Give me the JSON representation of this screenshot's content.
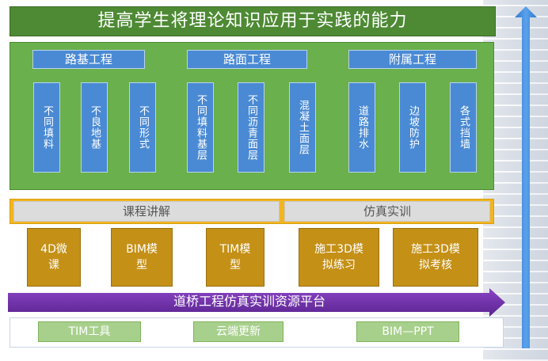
{
  "title": "提高学生将理论知识应用于实践的能力",
  "categories": [
    {
      "label": "路基工程",
      "items": [
        "不同填料",
        "不良地基",
        "不同形式"
      ]
    },
    {
      "label": "路面工程",
      "items": [
        "不同填料基层",
        "不同沥青面层",
        "混凝土面层"
      ]
    },
    {
      "label": "附属工程",
      "items": [
        "道路排水",
        "边坡防护",
        "各式挡墙"
      ]
    }
  ],
  "courses": [
    "课程讲解",
    "仿真实训"
  ],
  "resources": [
    "4D微\n课",
    "BIM模\n型",
    "TIM模\n型",
    "施工3D模\n拟练习",
    "施工3D模\n拟考核"
  ],
  "platform": "道桥工程仿真实训资源平台",
  "tools": [
    "TIM工具",
    "云端更新",
    "BIM—PPT"
  ],
  "colors": {
    "title_green": "#4e8a34",
    "panel_green": "#6ab04c",
    "box_blue": "#4a8ad4",
    "course_yellow": "#f2b520",
    "resource_gold": "#c49016",
    "platform_purple": "#6b2fa0",
    "tool_green": "#a8d08d",
    "arrow_blue": "#3a86d8"
  }
}
